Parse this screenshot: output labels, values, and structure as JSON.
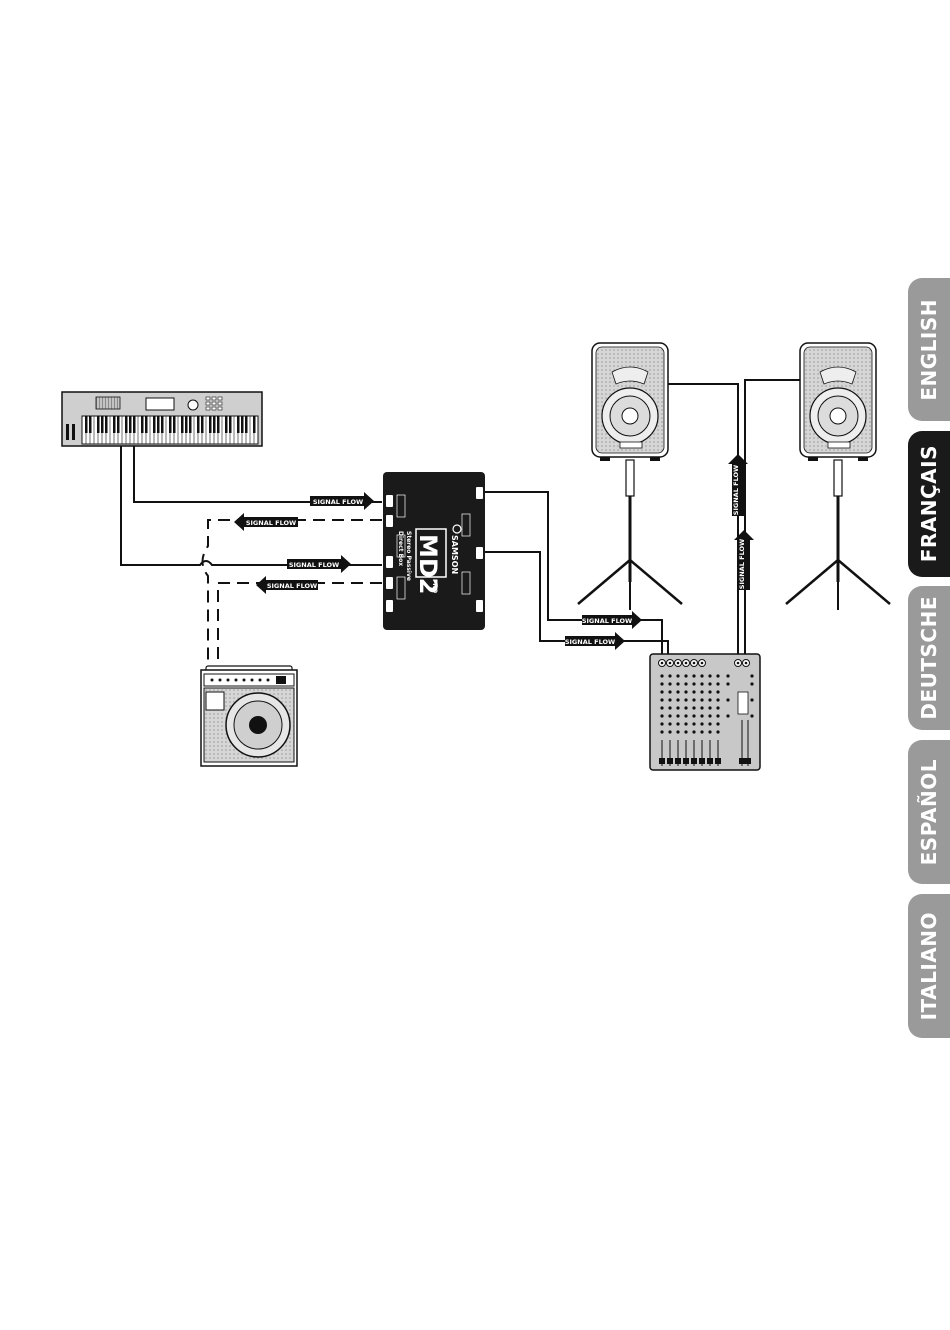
{
  "language_tabs": [
    {
      "label": "ENGLISH",
      "active": false
    },
    {
      "label": "FRANÇAIS",
      "active": true
    },
    {
      "label": "DEUTSCHE",
      "active": false
    },
    {
      "label": "ESPAÑOL",
      "active": false
    },
    {
      "label": "ITALIANO",
      "active": false
    }
  ],
  "signal_flow_label": "SIGNAL FLOW",
  "di_box": {
    "model": "MD2",
    "pro": "PRO",
    "brand": "SAMSON",
    "caption_line1": "Stereo Passive",
    "caption_line2": "Direct Box"
  },
  "colors": {
    "tab_inactive": "#9a9a9a",
    "tab_active": "#1a1a1a",
    "device_dark": "#1a1a1a",
    "device_gray": "#c8c8c8"
  }
}
